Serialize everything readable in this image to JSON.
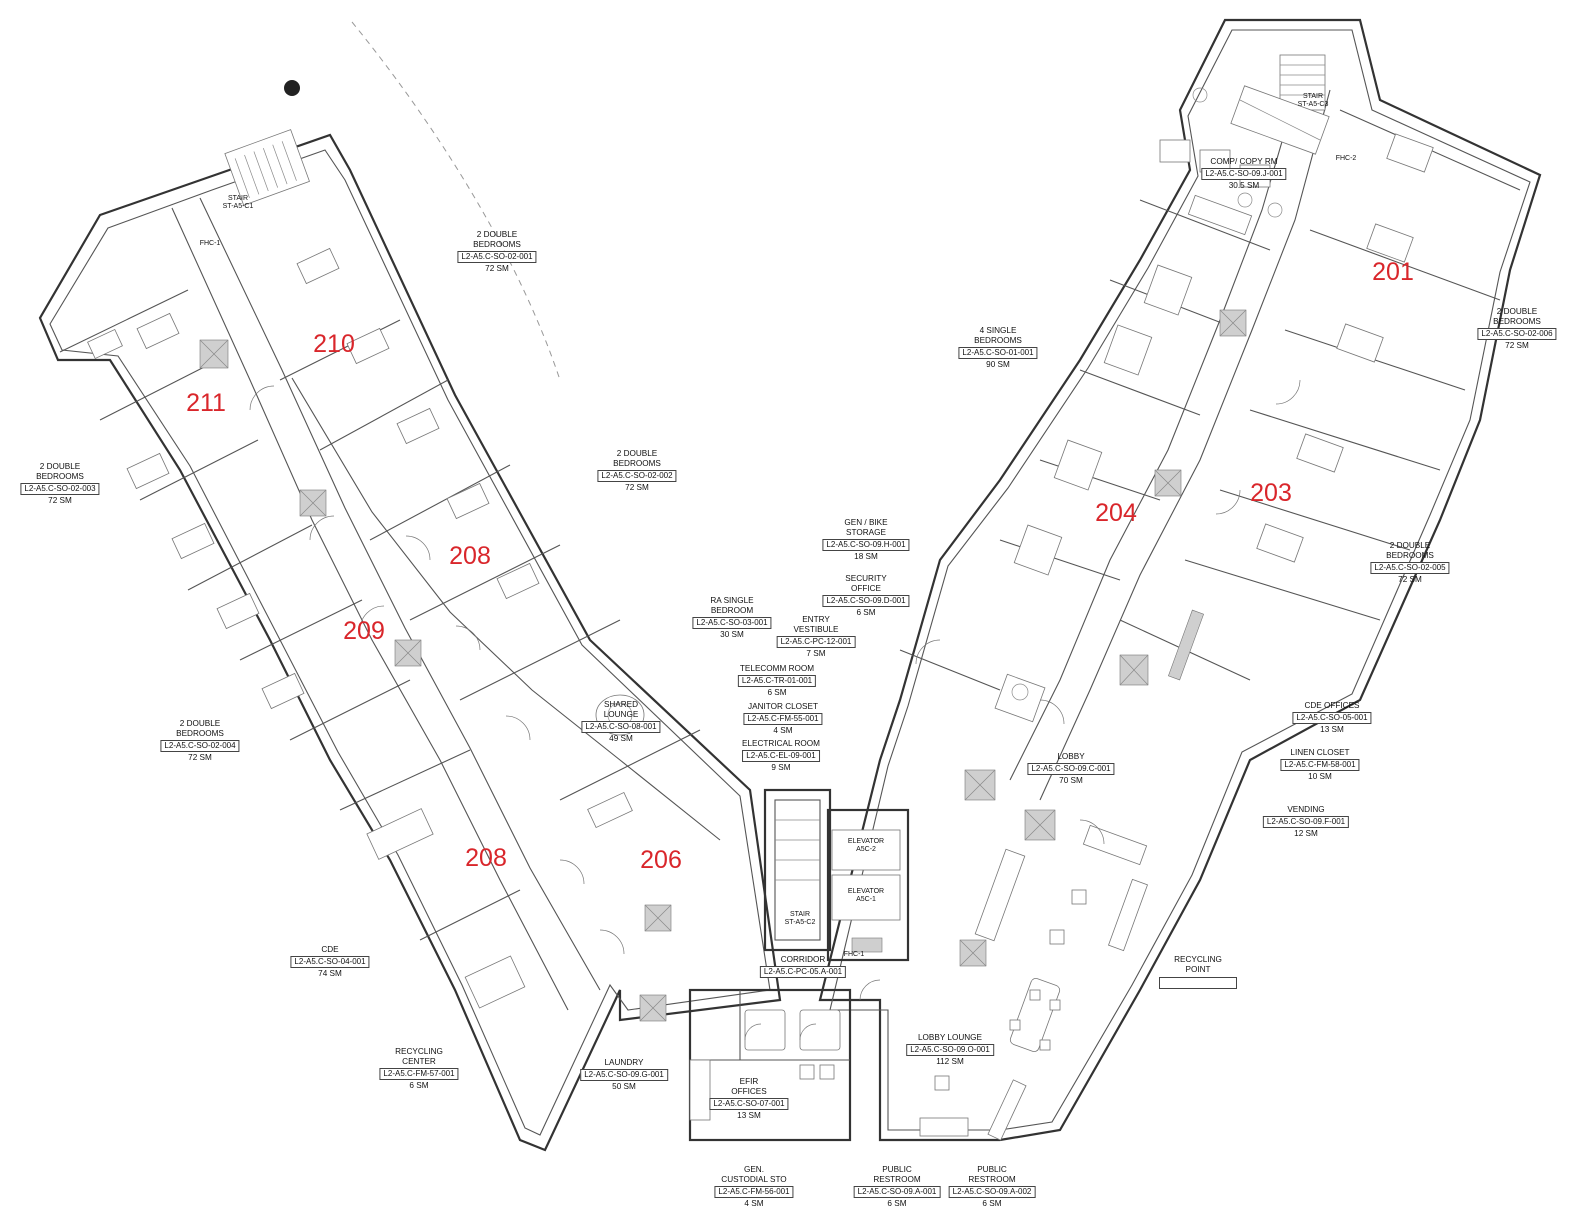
{
  "unit_numbers": [
    "201",
    "203",
    "204",
    "206",
    "208",
    "208",
    "209",
    "210",
    "211"
  ],
  "room_tags": [
    {
      "name": [
        "2 DOUBLE",
        "BEDROOMS"
      ],
      "code": "L2-A5.C-SO-02-001",
      "area": "72 SM"
    },
    {
      "name": [
        "2 DOUBLE",
        "BEDROOMS"
      ],
      "code": "L2-A5.C-SO-02-002",
      "area": "72 SM"
    },
    {
      "name": [
        "2 DOUBLE",
        "BEDROOMS"
      ],
      "code": "L2-A5.C-SO-02-003",
      "area": "72 SM"
    },
    {
      "name": [
        "2 DOUBLE",
        "BEDROOMS"
      ],
      "code": "L2-A5.C-SO-02-004",
      "area": "72 SM"
    },
    {
      "name": [
        "2 DOUBLE",
        "BEDROOMS"
      ],
      "code": "L2-A5.C-SO-02-005",
      "area": "72 SM"
    },
    {
      "name": [
        "2 DOUBLE",
        "BEDROOMS"
      ],
      "code": "L2-A5.C-SO-02-006",
      "area": "72 SM"
    },
    {
      "name": [
        "4 SINGLE",
        "BEDROOMS"
      ],
      "code": "L2-A5.C-SO-01-001",
      "area": "90 SM"
    },
    {
      "name": [
        "COMP/ COPY RM"
      ],
      "code": "L2-A5.C-SO-09.J-001",
      "area": "30.5 SM"
    },
    {
      "name": [
        "GEN / BIKE",
        "STORAGE"
      ],
      "code": "L2-A5.C-SO-09.H-001",
      "area": "18 SM"
    },
    {
      "name": [
        "SECURITY",
        "OFFICE"
      ],
      "code": "L2-A5.C-SO-09.D-001",
      "area": "6 SM"
    },
    {
      "name": [
        "RA SINGLE",
        "BEDROOM"
      ],
      "code": "L2-A5.C-SO-03-001",
      "area": "30 SM"
    },
    {
      "name": [
        "ENTRY",
        "VESTIBULE"
      ],
      "code": "L2-A5.C-PC-12-001",
      "area": "7 SM"
    },
    {
      "name": [
        "TELECOMM ROOM"
      ],
      "code": "L2-A5.C-TR-01-001",
      "area": "6 SM"
    },
    {
      "name": [
        "JANITOR CLOSET"
      ],
      "code": "L2-A5.C-FM-55-001",
      "area": "4 SM"
    },
    {
      "name": [
        "ELECTRICAL ROOM"
      ],
      "code": "L2-A5.C-EL-09-001",
      "area": "9 SM"
    },
    {
      "name": [
        "SHARED",
        "LOUNGE"
      ],
      "code": "L2-A5.C-SO-08-001",
      "area": "49 SM"
    },
    {
      "name": [
        "LOBBY"
      ],
      "code": "L2-A5.C-SO-09.C-001",
      "area": "70 SM"
    },
    {
      "name": [
        "CDE OFFICES"
      ],
      "code": "L2-A5.C-SO-05-001",
      "area": "13 SM"
    },
    {
      "name": [
        "LINEN CLOSET"
      ],
      "code": "L2-A5.C-FM-58-001",
      "area": "10 SM"
    },
    {
      "name": [
        "VENDING"
      ],
      "code": "L2-A5.C-SO-09.F-001",
      "area": "12 SM"
    },
    {
      "name": [
        "CDE"
      ],
      "code": "L2-A5.C-SO-04-001",
      "area": "74 SM"
    },
    {
      "name": [
        "CORRIDOR"
      ],
      "code": "L2-A5.C-PC-05.A-001",
      "area": ""
    },
    {
      "name": [
        "LOBBY LOUNGE"
      ],
      "code": "L2-A5.C-SO-09.O-001",
      "area": "112 SM"
    },
    {
      "name": [
        "RECYCLING",
        "CENTER"
      ],
      "code": "L2-A5.C-FM-57-001",
      "area": "6 SM"
    },
    {
      "name": [
        "LAUNDRY"
      ],
      "code": "L2-A5.C-SO-09.G-001",
      "area": "50 SM"
    },
    {
      "name": [
        "EFIR",
        "OFFICES"
      ],
      "code": "L2-A5.C-SO-07-001",
      "area": "13 SM"
    },
    {
      "name": [
        "GEN.",
        "CUSTODIAL STO"
      ],
      "code": "L2-A5.C-FM-56-001",
      "area": "4 SM"
    },
    {
      "name": [
        "PUBLIC",
        "RESTROOM"
      ],
      "code": "L2-A5.C-SO-09.A-001",
      "area": "6 SM"
    },
    {
      "name": [
        "PUBLIC",
        "RESTROOM"
      ],
      "code": "L2-A5.C-SO-09.A-002",
      "area": "6 SM"
    }
  ],
  "recycling_point": {
    "name": [
      "RECYCLING",
      "POINT"
    ]
  },
  "interior_labels": [
    {
      "lines": [
        "STAIR",
        "ST-A5-C1"
      ]
    },
    {
      "lines": [
        "STAIR",
        "ST-A5-C3"
      ]
    },
    {
      "lines": [
        "STAIR",
        "ST-A5-C2"
      ]
    },
    {
      "lines": [
        "ELEVATOR",
        "A5C-2"
      ]
    },
    {
      "lines": [
        "ELEVATOR",
        "A5C-1"
      ]
    },
    {
      "lines": [
        "FHC-1"
      ]
    },
    {
      "lines": [
        "FHC-2"
      ]
    },
    {
      "lines": [
        "FHC-1"
      ]
    }
  ]
}
